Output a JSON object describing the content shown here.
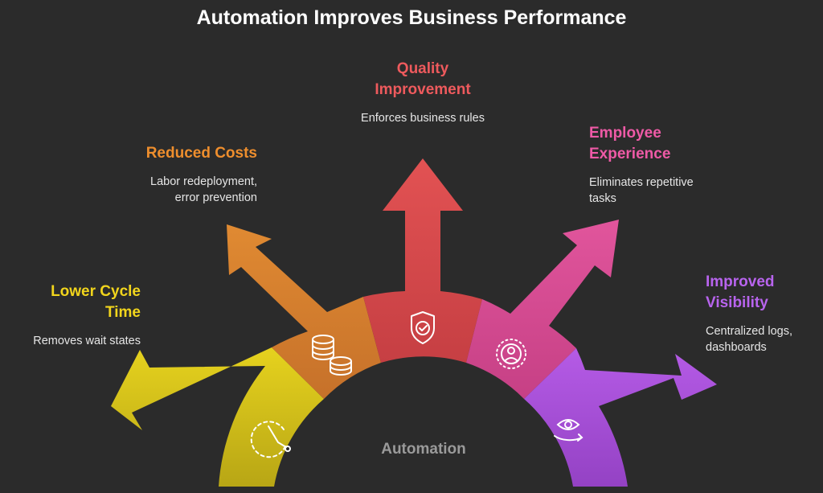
{
  "title": "Automation Improves Business Performance",
  "center": {
    "label": "Automation",
    "color": "#9a9a9a"
  },
  "segments": [
    {
      "title": "Lower Cycle Time",
      "description": "Removes wait states",
      "color": "#d6c41a",
      "title_color": "#f2d51c",
      "icon": "clock-icon"
    },
    {
      "title": "Reduced Costs",
      "description": "Labor redeployment, error prevention",
      "color": "#d9832b",
      "title_color": "#ee8e2d",
      "icon": "coins-icon"
    },
    {
      "title": "Quality Improvement",
      "description": "Enforces business rules",
      "color": "#d9474a",
      "title_color": "#ee5a5d",
      "icon": "shield-check-icon"
    },
    {
      "title": "Employee Experience",
      "description": "Eliminates repetitive tasks",
      "color": "#d94c93",
      "title_color": "#ee5aa6",
      "icon": "person-icon"
    },
    {
      "title": "Improved Visibility",
      "description": "Centralized logs, dashboards",
      "color": "#a551d6",
      "title_color": "#b864ee",
      "icon": "eye-cycle-icon"
    }
  ]
}
